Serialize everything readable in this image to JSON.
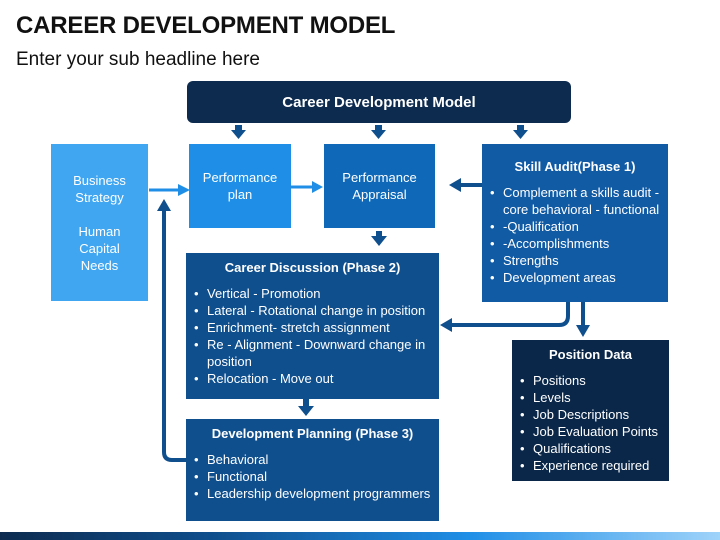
{
  "header": {
    "title": "CAREER DEVELOPMENT MODEL",
    "subtitle": "Enter your sub headline here"
  },
  "top_bar": {
    "label": "Career Development Model"
  },
  "business_box": {
    "line1": "Business",
    "line2": "Strategy",
    "line3": "Human",
    "line4": "Capital",
    "line5": "Needs"
  },
  "performance_plan": {
    "line1": "Performance",
    "line2": "plan"
  },
  "performance_appraisal": {
    "line1": "Performance",
    "line2": "Appraisal"
  },
  "skill_audit": {
    "title": "Skill Audit(Phase 1)",
    "items": [
      "Complement a skills audit - core behavioral - functional",
      "-Qualification",
      "-Accomplishments",
      "Strengths",
      "Development areas"
    ]
  },
  "career_discussion": {
    "title": "Career Discussion (Phase 2)",
    "items": [
      "Vertical - Promotion",
      "Lateral - Rotational change in position",
      "Enrichment- stretch assignment",
      "Re - Alignment - Downward change in position",
      "Relocation - Move out"
    ]
  },
  "development_planning": {
    "title": "Development Planning (Phase 3)",
    "items": [
      "Behavioral",
      "Functional",
      "Leadership development programmers"
    ]
  },
  "position_data": {
    "title": "Position Data",
    "items": [
      "Positions",
      "Levels",
      "Job Descriptions",
      "Job Evaluation Points",
      "Qualifications",
      "Experience required"
    ]
  },
  "colors": {
    "top_bar": "#0d2b4f",
    "business": "#41a6f1",
    "performance_plan": "#1f8ee6",
    "performance_appraisal": "#0f69b8",
    "skill_audit": "#115aa4",
    "phase_boxes": "#0f4f8e",
    "position_data": "#0a2749",
    "arrow": "#0f4f8e"
  }
}
